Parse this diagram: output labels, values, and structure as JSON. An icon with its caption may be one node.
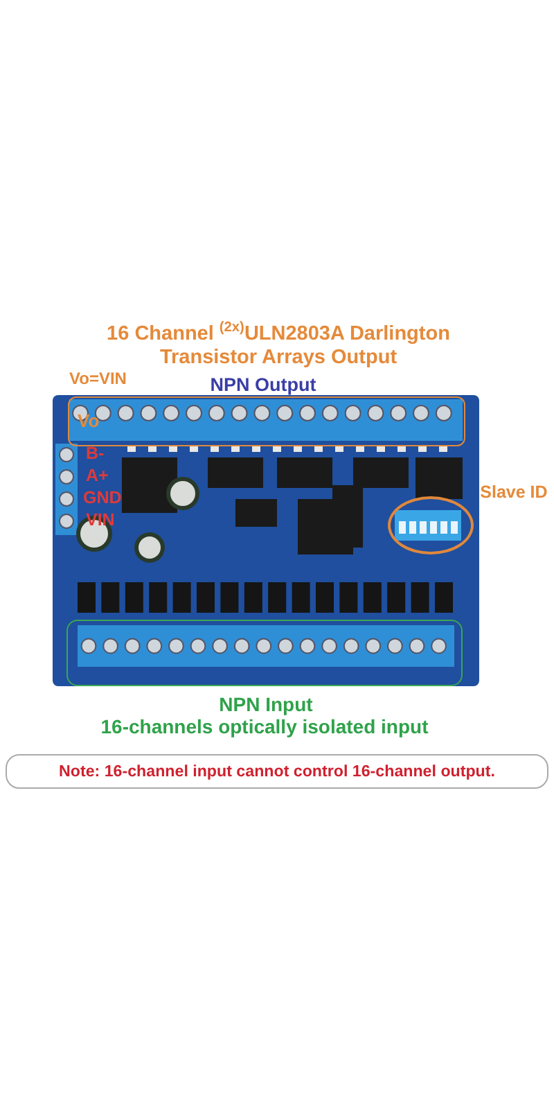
{
  "diagram": {
    "nodes": [
      {
        "text": [
          "16 Channel $^{(2x)}$ULN2803A Darlington Transistor Arrays Output",
          "NPN Output"
        ]
      },
      {
        "text": [
          "Slave ID"
        ]
      },
      {
        "text": [
          "NPN Input",
          "16-channels optically isolated input"
        ]
      },
      {
        "text": [
          "Note: 16-channel input cannot control 16-channel output."
        ]
      }
    ],
    "labels": [
      "Vo=VIN",
      "Vo",
      "B-",
      "A+",
      "GND",
      "VIN"
    ]
  }
}
